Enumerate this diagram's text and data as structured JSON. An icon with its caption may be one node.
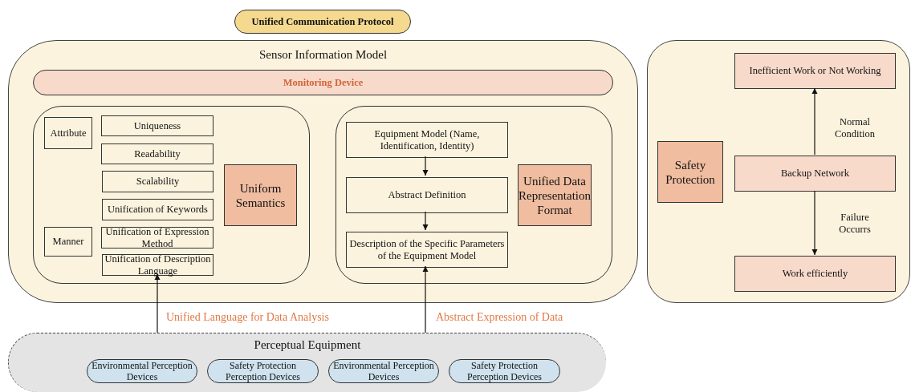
{
  "diagram": {
    "nodes": [
      {
        "text": [
          "Unified Communication Protocol"
        ]
      },
      {
        "text": [
          "Sensor Information Model"
        ]
      },
      {
        "text": [
          "Monitoring Device"
        ],
        "in": 1
      },
      {
        "text": [],
        "shape": "box",
        "in": 1
      },
      {
        "text": [
          "Attribute"
        ],
        "in": 3
      },
      {
        "text": [
          "Uniqueness"
        ],
        "in": 3
      },
      {
        "text": [
          "Readability"
        ],
        "in": 3
      },
      {
        "text": [
          "Scalability"
        ],
        "in": 3
      },
      {
        "text": [
          "Unification of Keywords"
        ],
        "in": 3
      },
      {
        "text": [
          "Manner"
        ],
        "in": 3
      },
      {
        "text": [
          "Unification of Expression Method"
        ],
        "in": 3
      },
      {
        "text": [
          "Unification of Description Language"
        ],
        "in": 3
      },
      {
        "text": [
          "Uniform Semantics"
        ],
        "in": 3
      },
      {
        "text": [],
        "shape": "box",
        "in": 1
      },
      {
        "text": [
          "Equipment Model (Name, Identification, Identity)"
        ],
        "in": 13
      },
      {
        "text": [
          "Abstract Definition"
        ],
        "in": 13
      },
      {
        "text": [
          "Description of the Specific Parameters of the Equipment Model"
        ],
        "in": 13
      },
      {
        "text": [
          "Unified Data Representation Format"
        ],
        "in": 13
      },
      {
        "text": [],
        "shape": "box"
      },
      {
        "text": [
          "Inefficient Work or Not Working"
        ],
        "in": 18
      },
      {
        "text": [
          "Safety Protection"
        ],
        "in": 18
      },
      {
        "text": [
          "Backup Network"
        ],
        "in": 18
      },
      {
        "text": [
          "Work efficiently"
        ],
        "in": 18
      },
      {
        "text": [
          "Perceptual Equipment"
        ]
      },
      {
        "text": [
          "Environmental Perception Devices"
        ],
        "in": 23
      },
      {
        "text": [
          "Safety Protection Perception Devices"
        ],
        "in": 23
      },
      {
        "text": [
          "Environmental Perception Devices"
        ],
        "in": 23
      },
      {
        "text": [
          "Safety Protection Perception Devices"
        ],
        "in": 23
      }
    ],
    "edges": [
      {
        "from": 14,
        "to": 15,
        "arrow": "to"
      },
      {
        "from": 15,
        "to": 16,
        "arrow": "to"
      },
      {
        "from": 23,
        "to": 11,
        "arrow": "to",
        "label": "Unified Language for Data Analysis"
      },
      {
        "from": 23,
        "to": 16,
        "arrow": "to",
        "label": "Abstract Expression of Data"
      },
      {
        "from": 21,
        "to": 19,
        "arrow": "to",
        "label": "Normal Condition"
      },
      {
        "from": 21,
        "to": 22,
        "arrow": "to",
        "label": "Failure Occurrs"
      }
    ]
  }
}
